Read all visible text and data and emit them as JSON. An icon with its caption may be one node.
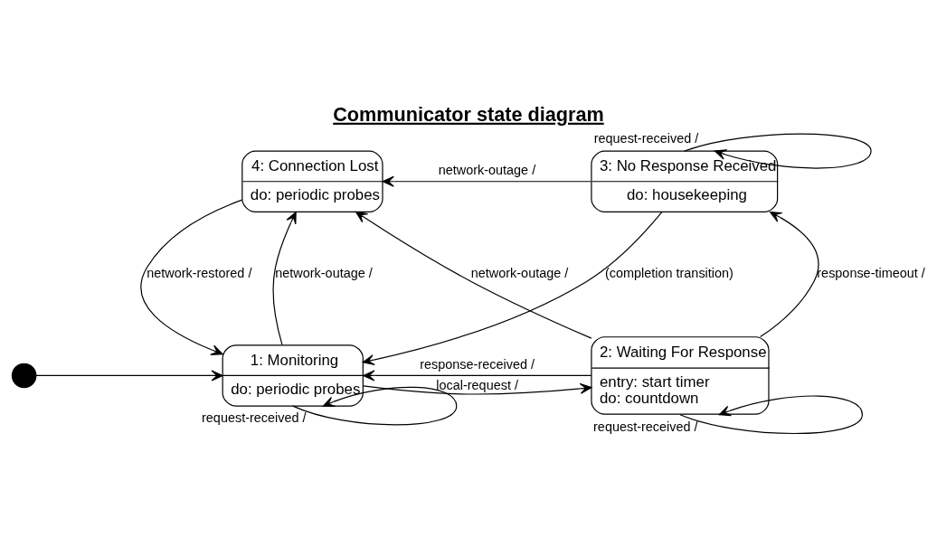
{
  "diagram": {
    "title": "Communicator state diagram",
    "nodes": [
      {
        "text": [
          "4: Connection Lost",
          "do: periodic probes"
        ]
      },
      {
        "text": [
          "3: No Response Received",
          "do: housekeeping"
        ]
      },
      {
        "text": [],
        "shape": "circle"
      },
      {
        "text": [
          "1: Monitoring",
          "do: periodic probes"
        ]
      },
      {
        "text": [
          "2: Waiting For Response",
          "entry: start timer",
          "do: countdown"
        ]
      }
    ],
    "edges": [
      {
        "from": 1,
        "to": 1,
        "arrow": "to",
        "label": "request-received /"
      },
      {
        "from": 1,
        "to": 0,
        "arrow": "to",
        "label": "network-outage /"
      },
      {
        "from": 1,
        "to": 3,
        "arrow": "to",
        "label": "(completion transition)"
      },
      {
        "from": 4,
        "to": 0,
        "arrow": "to",
        "label": "network-outage /"
      },
      {
        "from": 3,
        "to": 0,
        "arrow": "to",
        "label": "network-outage /"
      },
      {
        "from": 0,
        "to": 3,
        "arrow": "to",
        "label": "network-restored /"
      },
      {
        "from": 2,
        "to": 3,
        "arrow": "to"
      },
      {
        "from": 3,
        "to": 4,
        "arrow": "to",
        "label": "local-request /"
      },
      {
        "from": 4,
        "to": 3,
        "arrow": "to",
        "label": "response-received /"
      },
      {
        "from": 4,
        "to": 1,
        "arrow": "to",
        "label": "response-timeout /"
      },
      {
        "from": 3,
        "to": 3,
        "arrow": "to",
        "label": "request-received /"
      },
      {
        "from": 4,
        "to": 4,
        "arrow": "to",
        "label": "request-received /"
      }
    ]
  }
}
